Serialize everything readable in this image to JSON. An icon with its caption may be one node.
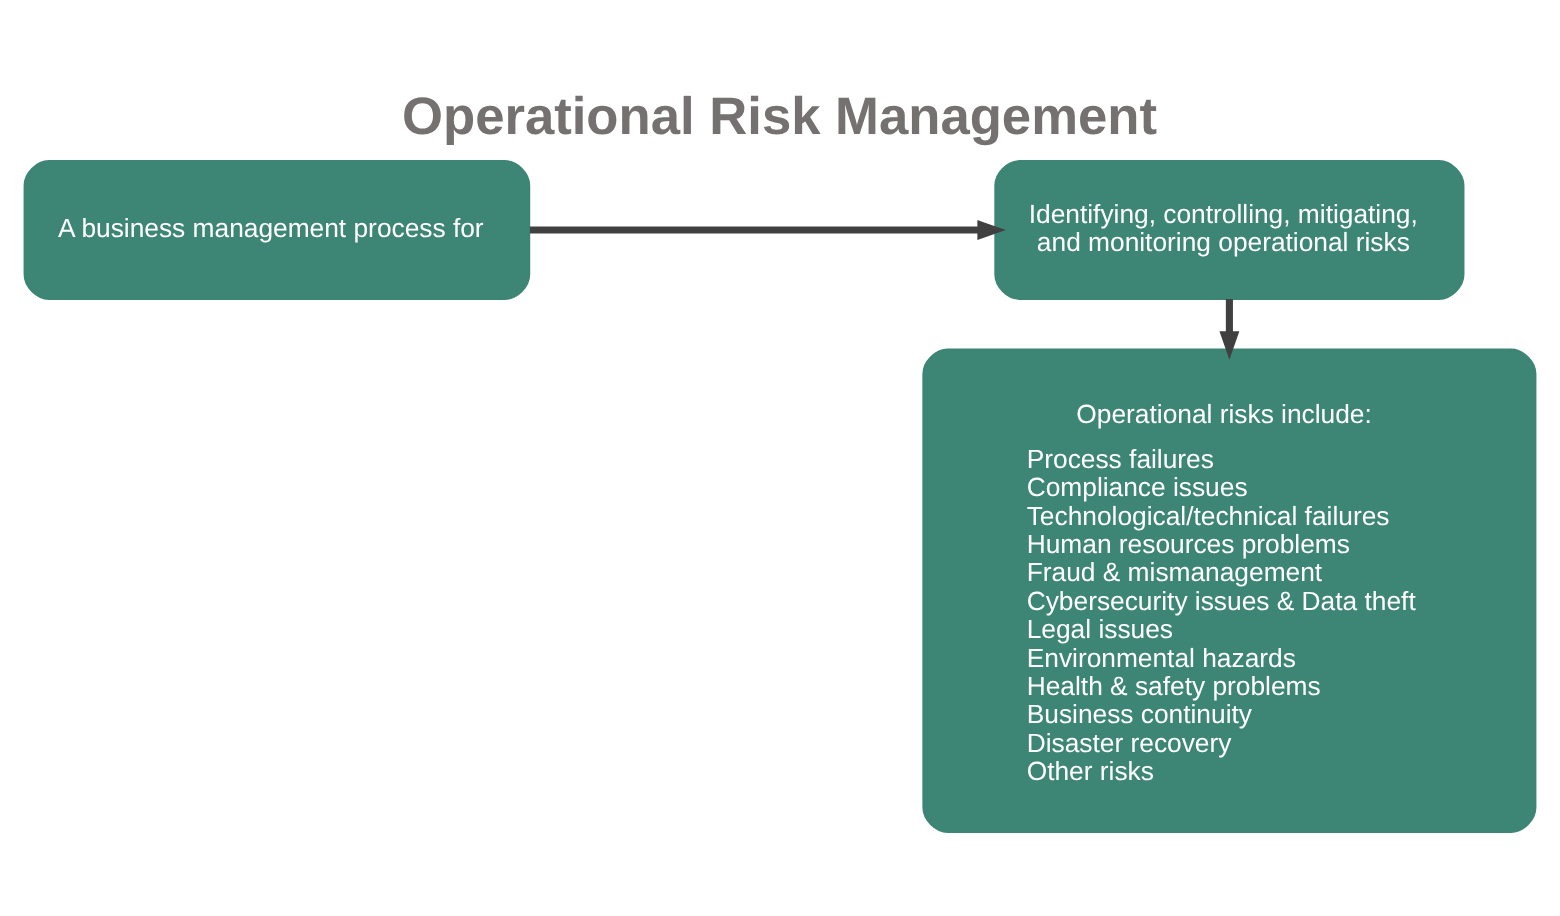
{
  "diagram": {
    "title": "Operational Risk Management",
    "nodes": [
      {
        "text": [
          "A business management process for"
        ]
      },
      {
        "text": [
          "Identifying, controlling, mitigating, and monitoring operational risks"
        ]
      },
      {
        "text": [
          "Operational risks include:",
          "Process failures",
          "Compliance issues",
          "Technological/technical failures",
          "Human resources problems",
          "Fraud & mismanagement",
          "Cybersecurity issues & Data theft",
          "Legal issues",
          "Environmental hazards",
          "Health & safety problems",
          "Business continuity",
          "Disaster recovery",
          "Other risks"
        ]
      }
    ],
    "edges": [
      {
        "from": 0,
        "to": 1,
        "arrow": "to"
      },
      {
        "from": 1,
        "to": 2,
        "arrow": "to"
      }
    ]
  }
}
